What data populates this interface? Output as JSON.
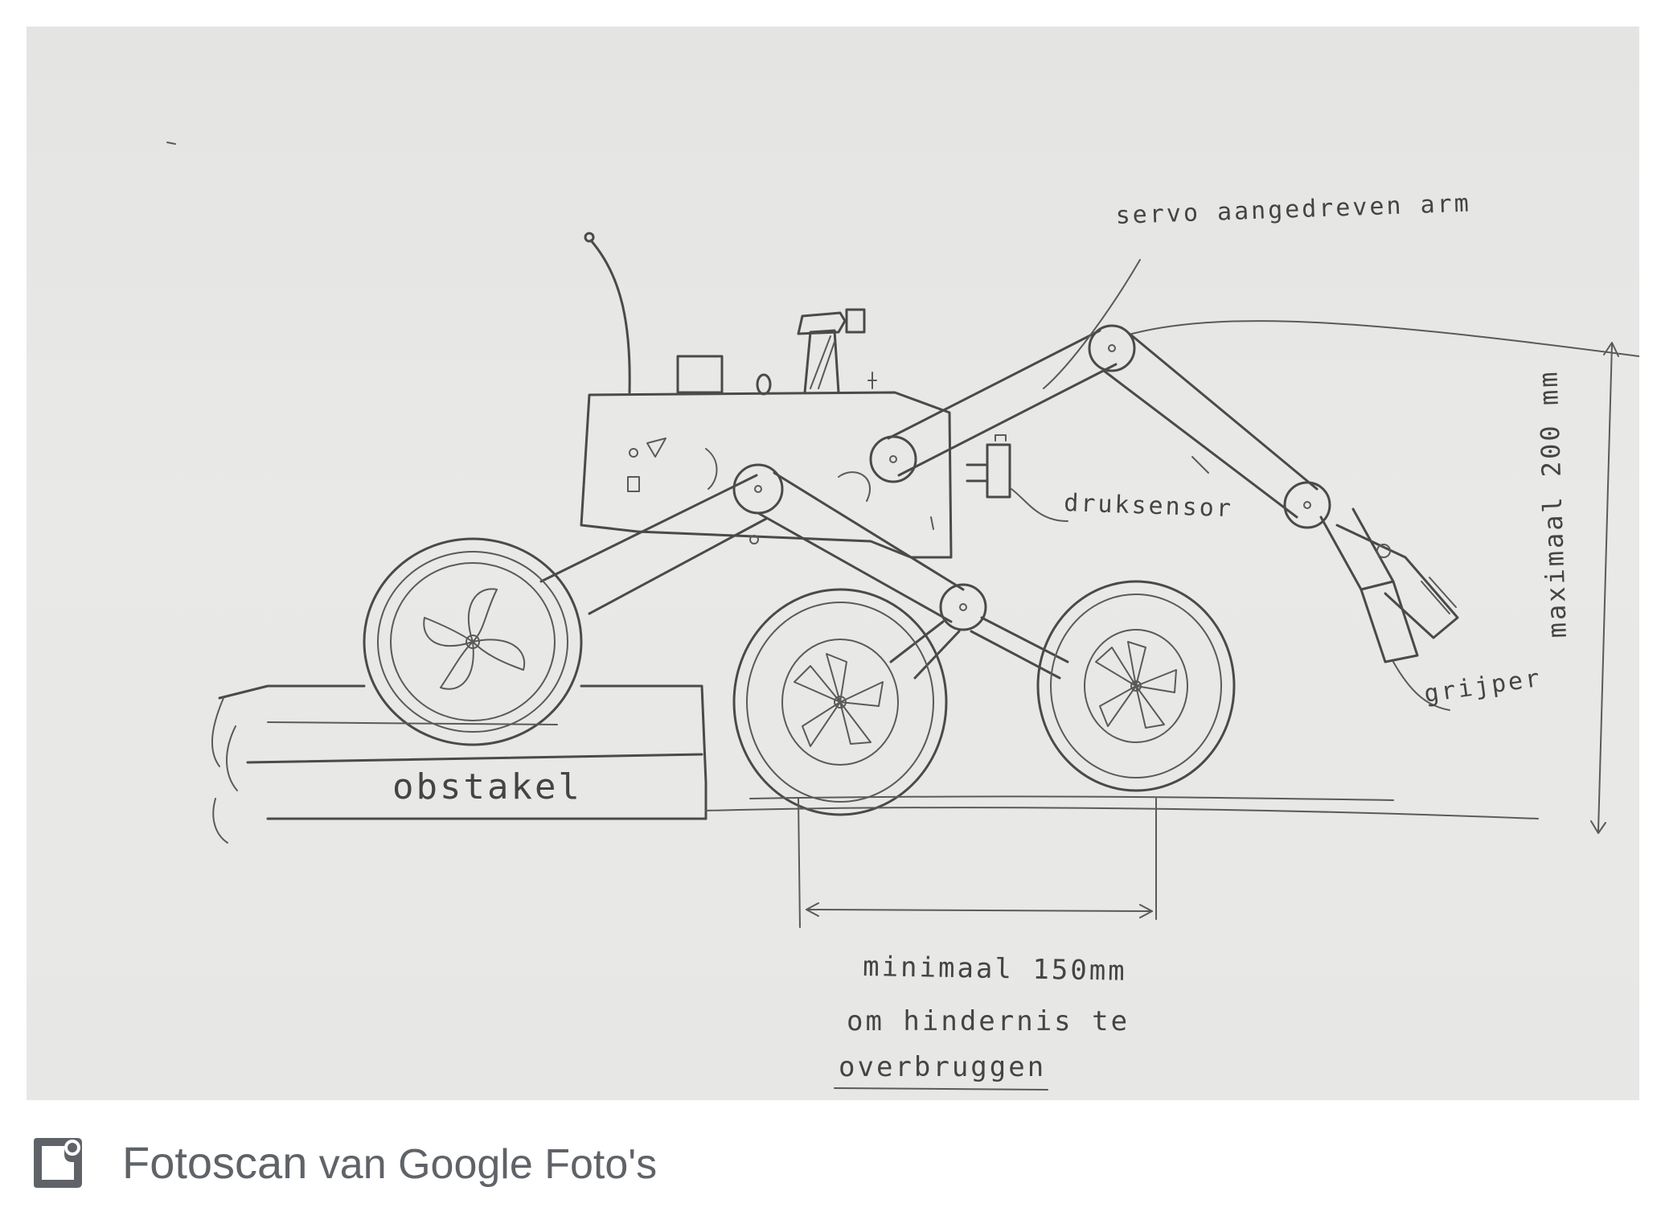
{
  "sketch": {
    "labels": {
      "arm": "servo aangedreven arm",
      "pressure_sensor": "druksensor",
      "gripper": "grijper",
      "max_height": "maximaal 200 mm",
      "obstacle": "obstakel",
      "min_span_line1": "minimaal 150mm",
      "min_span_line2": "om hindernis te",
      "min_span_line3": "overbruggen"
    }
  },
  "footer": {
    "icon": "photoscan-icon",
    "brand": "Fotoscan",
    "suffix": " van Google Foto's",
    "text_color": "#5f6368"
  }
}
